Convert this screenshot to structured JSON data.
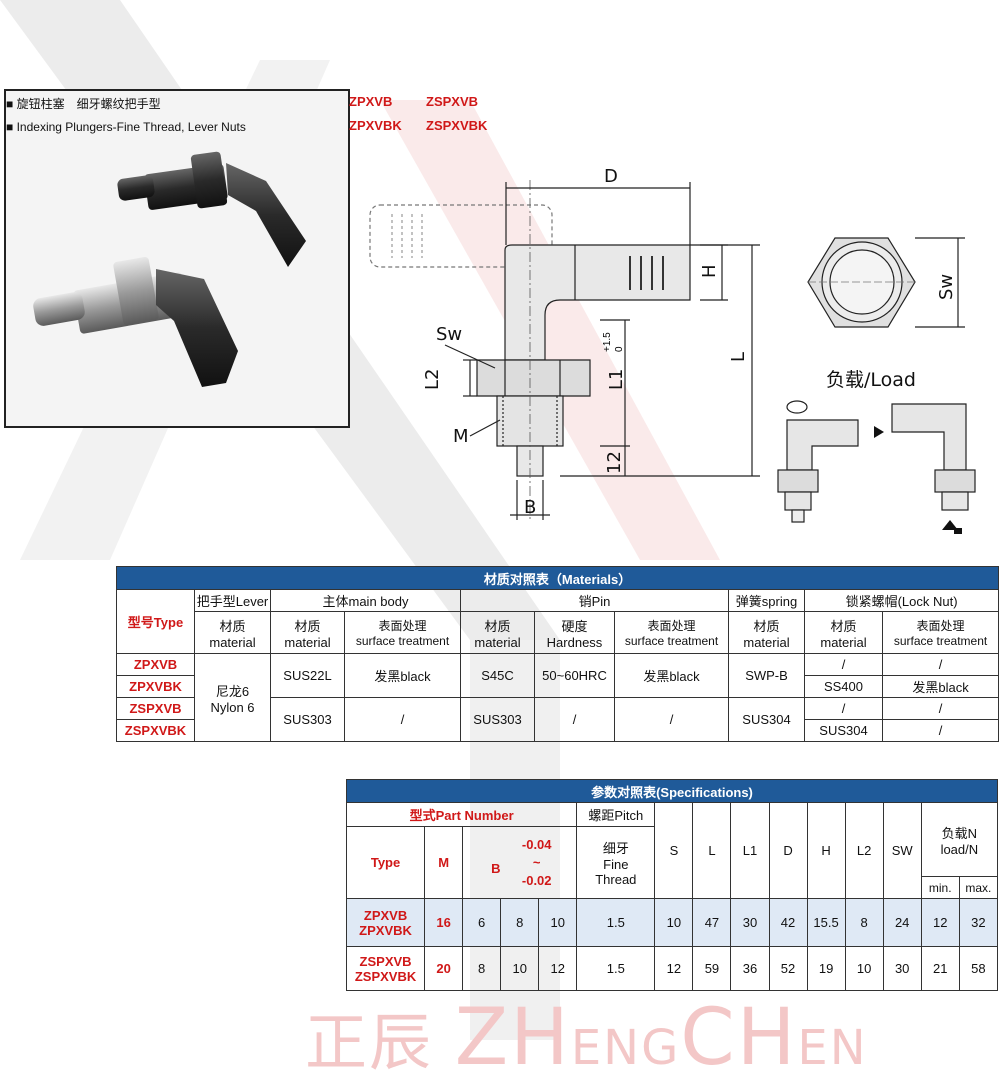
{
  "header": {
    "title_cn": "旋钮柱塞　细牙螺纹把手型",
    "title_en": "Indexing Plungers-Fine Thread, Lever Nuts",
    "codes_row1": [
      "ZPXVB",
      "ZSPXVB"
    ],
    "codes_row2": [
      "ZPXVBK",
      "ZSPXVBK"
    ]
  },
  "drawing": {
    "labels": {
      "D": "D",
      "H": "H",
      "L": "L",
      "Sw": "Sw",
      "L2": "L2",
      "L1": "L1",
      "L1_tol_upper": "+1.5",
      "L1_tol_lower": "0",
      "M": "M",
      "dim12": "12",
      "B": "B",
      "Sw_side": "Sw"
    },
    "load_title": "负载/Load"
  },
  "materials": {
    "caption": "材质对照表（Materials）",
    "type_header": "型号Type",
    "groups": {
      "lever": "把手型Lever",
      "body": "主体main body",
      "pin": "销Pin",
      "spring": "弹簧spring",
      "nut": "锁紧螺帽(Lock Nut)"
    },
    "sub": {
      "material_cn": "材质",
      "material_en": "material",
      "surface_cn": "表面处理",
      "surface_en": "surface treatment",
      "hardness_cn": "硬度",
      "hardness_en": "Hardness"
    },
    "types": [
      "ZPXVB",
      "ZPXVBK",
      "ZSPXVB",
      "ZSPXVBK"
    ],
    "lever_material": [
      "尼龙6",
      "Nylon 6"
    ],
    "body": {
      "r1_material": "SUS22L",
      "r1_surface": "发黑black",
      "r2_material": "SUS303",
      "r2_surface": "/"
    },
    "pin": {
      "r1_material": "S45C",
      "r1_hardness": "50~60HRC",
      "r1_surface": "发黑black",
      "r2_material": "SUS303",
      "r2_hardness": "/",
      "r2_surface": "/"
    },
    "spring": {
      "r1": "SWP-B",
      "r2": "SUS304"
    },
    "nut": {
      "rows": [
        {
          "material": "/",
          "surface": "/"
        },
        {
          "material": "SS400",
          "surface": "发黑black"
        },
        {
          "material": "/",
          "surface": "/"
        },
        {
          "material": "SUS304",
          "surface": "/"
        }
      ]
    }
  },
  "specs": {
    "caption": "参数对照表(Specifications)",
    "part_number": "型式Part Number",
    "pitch": "螺距Pitch",
    "type": "Type",
    "M": "M",
    "B": "B",
    "B_tol_upper": "-0.04",
    "B_tol_mid": "~",
    "B_tol_lower": "-0.02",
    "fine_cn": "细牙",
    "fine_en1": "Fine",
    "fine_en2": "Thread",
    "cols": [
      "S",
      "L",
      "L1",
      "D",
      "H",
      "L2",
      "SW"
    ],
    "load_cn": "负载N",
    "load_en": "load/N",
    "min": "min.",
    "max": "max.",
    "rows": [
      {
        "types": [
          "ZPXVB",
          "ZPXVBK"
        ],
        "M": "16",
        "B": [
          "6",
          "8",
          "10"
        ],
        "pitch": "1.5",
        "S": "10",
        "L": "47",
        "L1": "30",
        "D": "42",
        "H": "15.5",
        "L2": "8",
        "SW": "24",
        "min": "12",
        "max": "32"
      },
      {
        "types": [
          "ZSPXVB",
          "ZSPXVBK"
        ],
        "M": "20",
        "B": [
          "8",
          "10",
          "12"
        ],
        "pitch": "1.5",
        "S": "12",
        "L": "59",
        "L1": "36",
        "D": "52",
        "H": "19",
        "L2": "10",
        "SW": "30",
        "min": "21",
        "max": "58"
      }
    ]
  },
  "watermark": {
    "cn": "正辰",
    "en": [
      "Z",
      "H",
      "ENG",
      "C",
      "H",
      "EN"
    ]
  }
}
